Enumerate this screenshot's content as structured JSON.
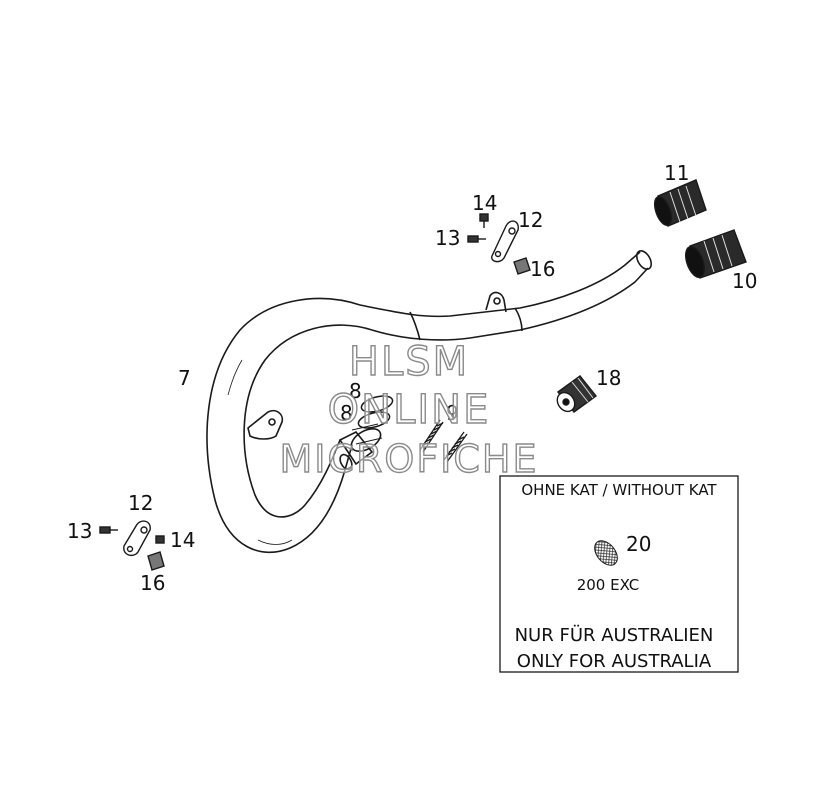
{
  "callouts": {
    "c7": "7",
    "c8a": "8",
    "c8b": "8",
    "c9": "9",
    "c10": "10",
    "c11": "11",
    "c12_top": "12",
    "c13_top": "13",
    "c14_top": "14",
    "c16_top": "16",
    "c12_left": "12",
    "c13_left": "13",
    "c14_left": "14",
    "c16_left": "16",
    "c18": "18",
    "c20": "20"
  },
  "box": {
    "header": "OHNE KAT / WITHOUT KAT",
    "variant": "200 EXC",
    "note_line1": "NUR FÜR AUSTRALIEN",
    "note_line2": "ONLY FOR AUSTRALIA"
  },
  "watermark": {
    "line1": "HLSM",
    "line2": "ONLINE",
    "line3": "MICROFICHE"
  },
  "colors": {
    "line": "#1a1a1a",
    "watermark_stroke": "#8a8a8a"
  }
}
